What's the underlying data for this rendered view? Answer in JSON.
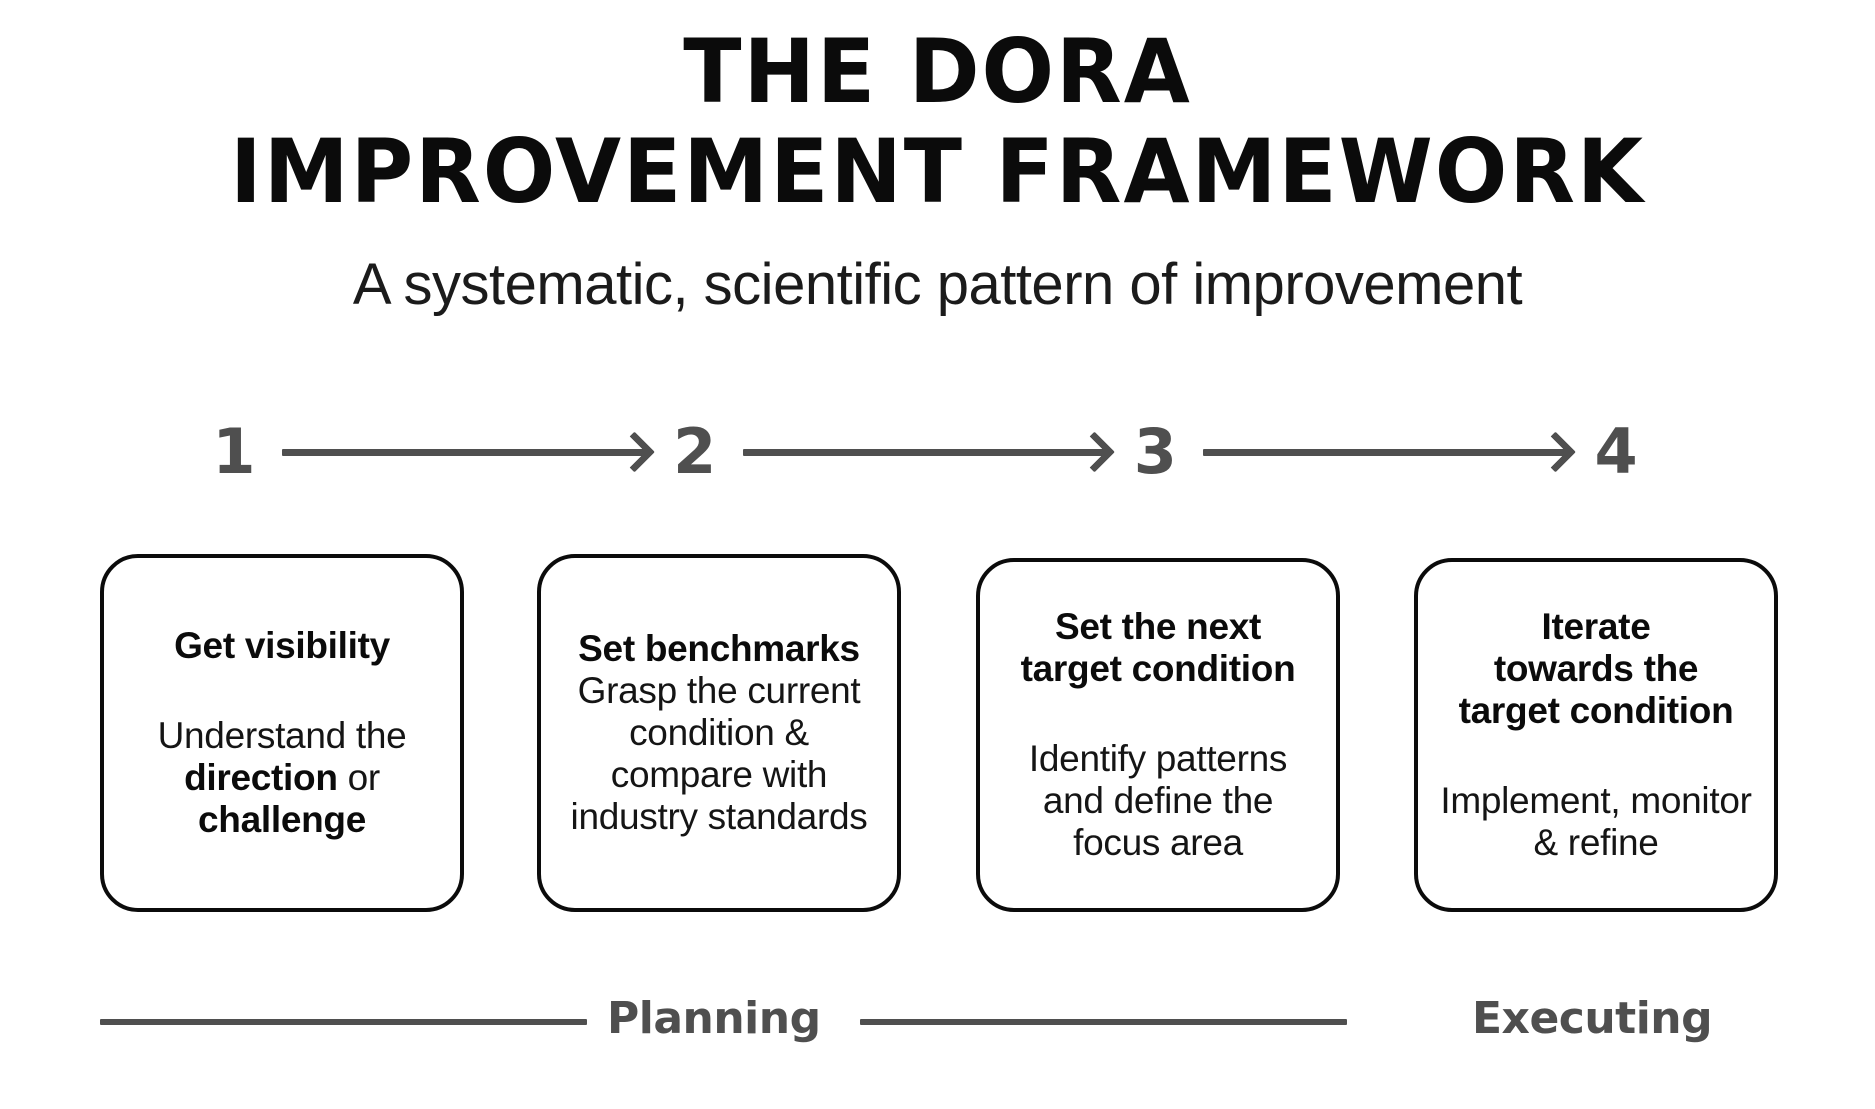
{
  "header": {
    "title_line_1": "THE DORA",
    "title_line_2": "IMPROVEMENT FRAMEWORK",
    "subtitle": "A systematic, scientific pattern of improvement"
  },
  "steps": [
    {
      "number": "1"
    },
    {
      "number": "2"
    },
    {
      "number": "3"
    },
    {
      "number": "4"
    }
  ],
  "cards": [
    {
      "heading": "Get visibility",
      "body_plain_1": "Understand the ",
      "body_bold_1": "direction",
      "body_plain_2": " or ",
      "body_bold_2": "challenge"
    },
    {
      "heading": "Set benchmarks",
      "body": "Grasp the current condition & compare with industry standards"
    },
    {
      "heading_line_1": "Set the next",
      "heading_line_2": "target condition",
      "body": "Identify patterns and define the focus area"
    },
    {
      "heading_line_1": "Iterate",
      "heading_line_2": "towards the",
      "heading_line_3": "target condition",
      "body": "Implement, monitor & refine"
    }
  ],
  "phases": {
    "planning_label": "Planning",
    "executing_label": "Executing"
  },
  "colors": {
    "ink": "#0b0b0b",
    "gray": "#4f4f4f",
    "background": "#ffffff"
  }
}
